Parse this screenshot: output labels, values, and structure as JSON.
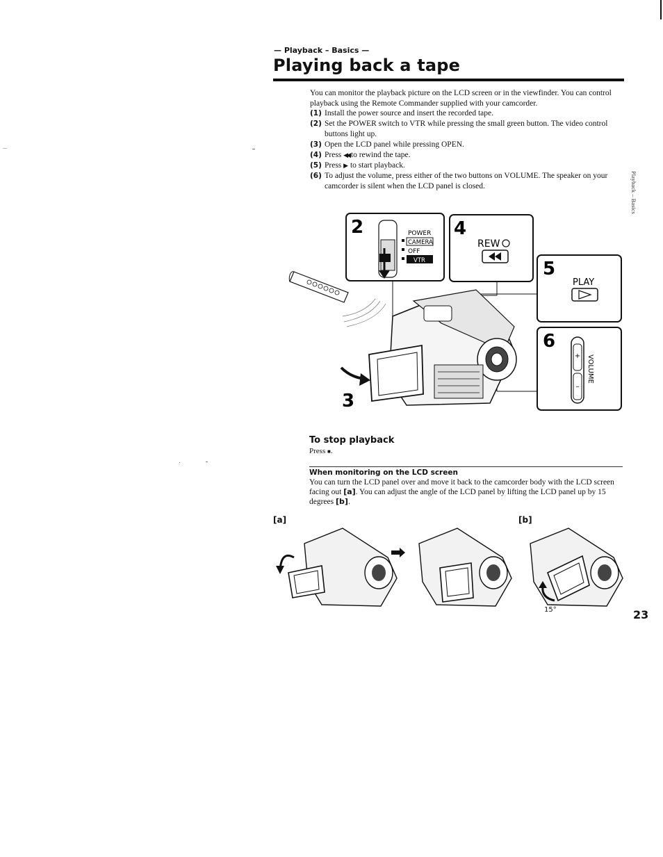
{
  "header": {
    "section_label": "— Playback – Basics —",
    "title": "Playing back a tape"
  },
  "intro": "You can monitor the playback picture on the LCD screen or in the viewfinder. You can control playback using the Remote Commander supplied with your camcorder.",
  "steps": [
    {
      "num": "(1)",
      "text": "Install the power source and insert the recorded tape."
    },
    {
      "num": "(2)",
      "text": "Set the POWER switch to VTR while pressing the small green button. The video control buttons light up."
    },
    {
      "num": "(3)",
      "text": "Open the LCD panel while pressing OPEN."
    },
    {
      "num": "(4)",
      "pre": "Press ",
      "icon": "◀◀",
      "post": " to rewind the tape."
    },
    {
      "num": "(5)",
      "pre": "Press ",
      "icon": "▶",
      "post": " to start playback."
    },
    {
      "num": "(6)",
      "text": "To adjust the volume, press either of the two buttons on VOLUME. The speaker on your camcorder is silent when the LCD panel is closed."
    }
  ],
  "side_tab": "Playback – Basics",
  "diagram": {
    "callout_2": {
      "number": "2",
      "power_label": "POWER",
      "camera_label": "CAMERA",
      "off_label": "OFF",
      "vtr_label": "VTR"
    },
    "callout_4": {
      "number": "4",
      "label": "REW",
      "button_icon": "rewind-icon"
    },
    "callout_5": {
      "number": "5",
      "label": "PLAY",
      "button_icon": "play-icon"
    },
    "callout_6": {
      "number": "6",
      "label": "VOLUME",
      "plus": "+",
      "minus": "–"
    },
    "step_3_number": "3"
  },
  "stop": {
    "heading": "To stop playback",
    "pre": "Press ",
    "icon": "■",
    "post": "."
  },
  "note": {
    "heading": "When monitoring on the LCD screen",
    "text_parts": [
      "You can turn the LCD panel over and move it back to the camcorder body with the LCD screen facing out ",
      "[a]",
      ". You can adjust the angle of the LCD panel by lifting the LCD panel up by 15 degrees ",
      "[b]",
      "."
    ]
  },
  "figures": {
    "label_a": "[a]",
    "label_b": "[b]",
    "angle": "15°"
  },
  "page_number": "23"
}
